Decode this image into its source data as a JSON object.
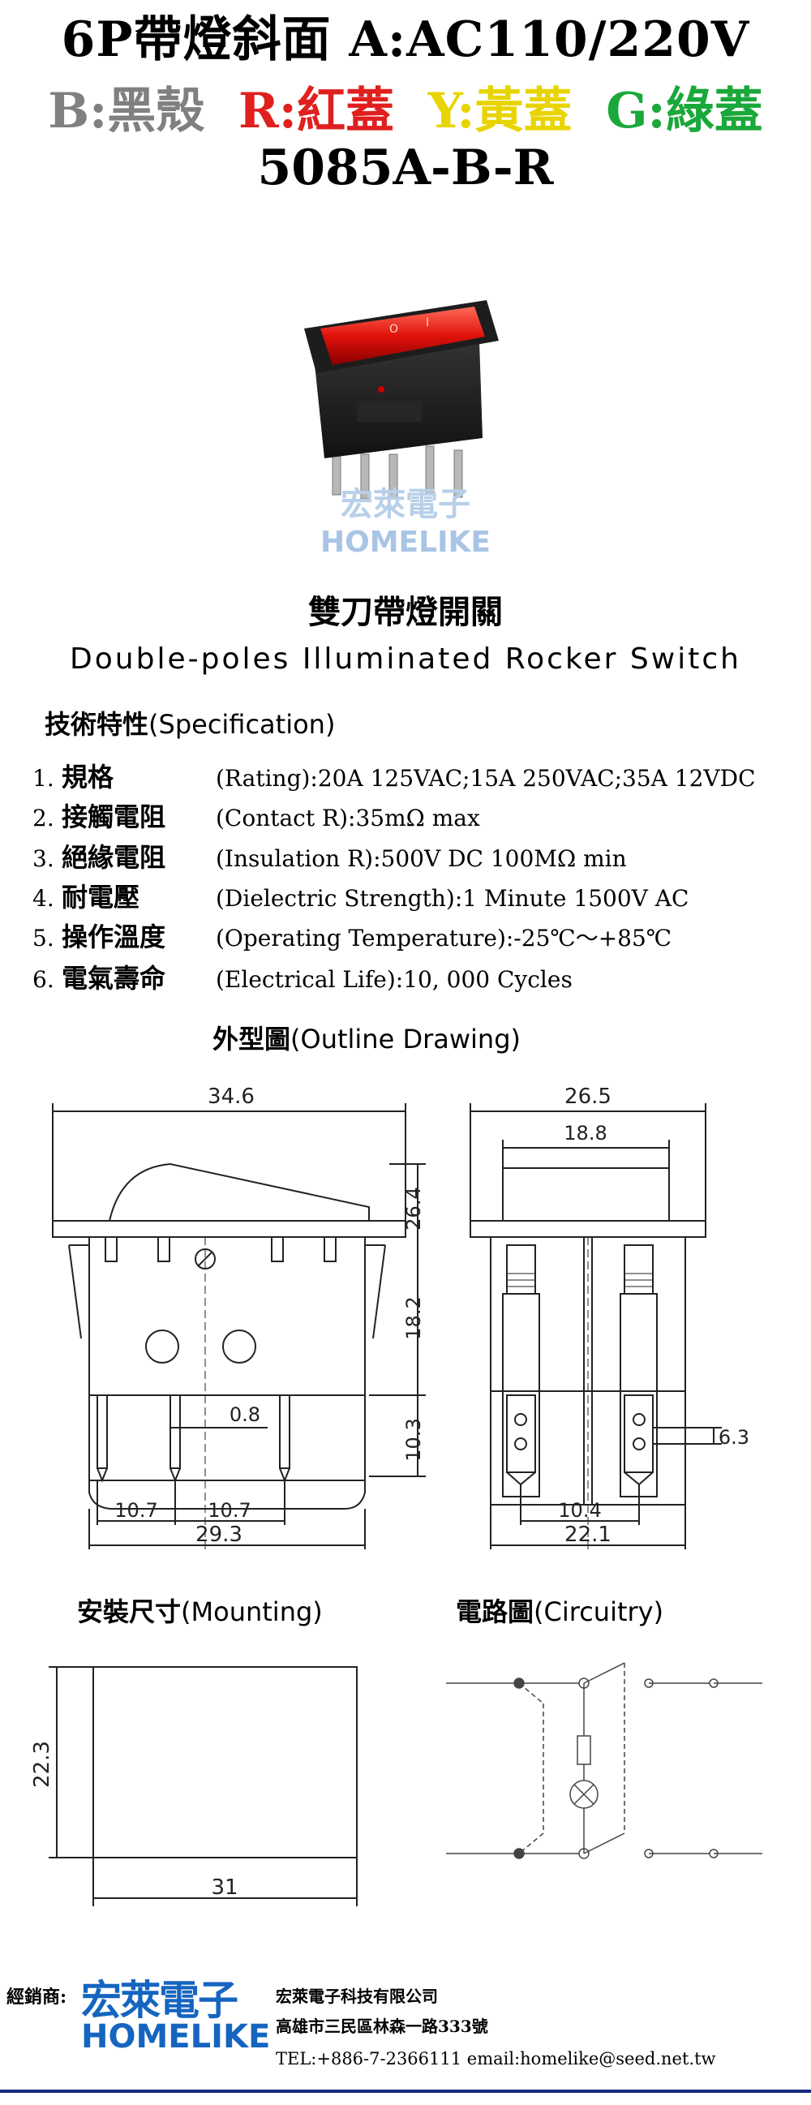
{
  "header": {
    "line1": "6P帶燈斜面 A:AC110/220V",
    "line2": [
      {
        "text": "B:黑殼",
        "color": "#808080"
      },
      {
        "text": "R:紅蓋",
        "color": "#e0201e"
      },
      {
        "text": "Y:黃蓋",
        "color": "#e8d400"
      },
      {
        "text": "G:綠蓋",
        "color": "#1aa83a"
      }
    ],
    "line3": "5085A-B-R"
  },
  "photo": {
    "rocker_symbols": [
      "O",
      "I"
    ],
    "watermark_zh": "宏萊電子",
    "watermark_en": "HOMELIKE"
  },
  "product": {
    "title_zh": "雙刀帶燈開關",
    "title_en": "Double-poles Illuminated Rocker Switch"
  },
  "specification": {
    "heading_zh": "技術特性",
    "heading_en": "(Specification)",
    "rows": [
      {
        "num": "1.",
        "zh": "規格",
        "value": "(Rating):20A 125VAC;15A 250VAC;35A 12VDC"
      },
      {
        "num": "2.",
        "zh": "接觸電阻",
        "value": "(Contact R):35mΩ   max"
      },
      {
        "num": "3.",
        "zh": "絕緣電阻",
        "value": "(Insulation R):500V DC  100MΩ min"
      },
      {
        "num": "4.",
        "zh": "耐電壓",
        "value": "(Dielectric Strength):1 Minute 1500V AC"
      },
      {
        "num": "5.",
        "zh": "操作溫度",
        "value": "(Operating Temperature):-25℃～+85℃"
      },
      {
        "num": "6.",
        "zh": "電氣壽命",
        "value": "(Electrical Life):10, 000 Cycles"
      }
    ]
  },
  "outline": {
    "heading_zh": "外型圖",
    "heading_en": "(Outline Drawing)",
    "front": {
      "width": "34.6",
      "height_top": "26.4",
      "height_mid": "18.2",
      "height_pin": "10.3",
      "pin_thick": "0.8",
      "pitch_left": "10.7",
      "pitch_right": "10.7",
      "base": "29.3"
    },
    "side": {
      "width": "26.5",
      "inner": "18.8",
      "pin_w": "6.3",
      "pitch": "10.4",
      "base": "22.1"
    }
  },
  "mounting": {
    "heading_zh": "安裝尺寸",
    "heading_en": "(Mounting)",
    "height": "22.3",
    "width": "31"
  },
  "circuitry": {
    "heading_zh": "電路圖",
    "heading_en": "(Circuitry)"
  },
  "footer": {
    "distributor_label": "經銷商:",
    "logo_zh": "宏萊電子",
    "logo_en": "HOMELIKE",
    "company_name": "宏萊電子科技有限公司",
    "address": "高雄市三民區林森一路333號",
    "contact": "TEL:+886-7-2366111   email:homelike@seed.net.tw",
    "logo_color": "#1565c0"
  }
}
